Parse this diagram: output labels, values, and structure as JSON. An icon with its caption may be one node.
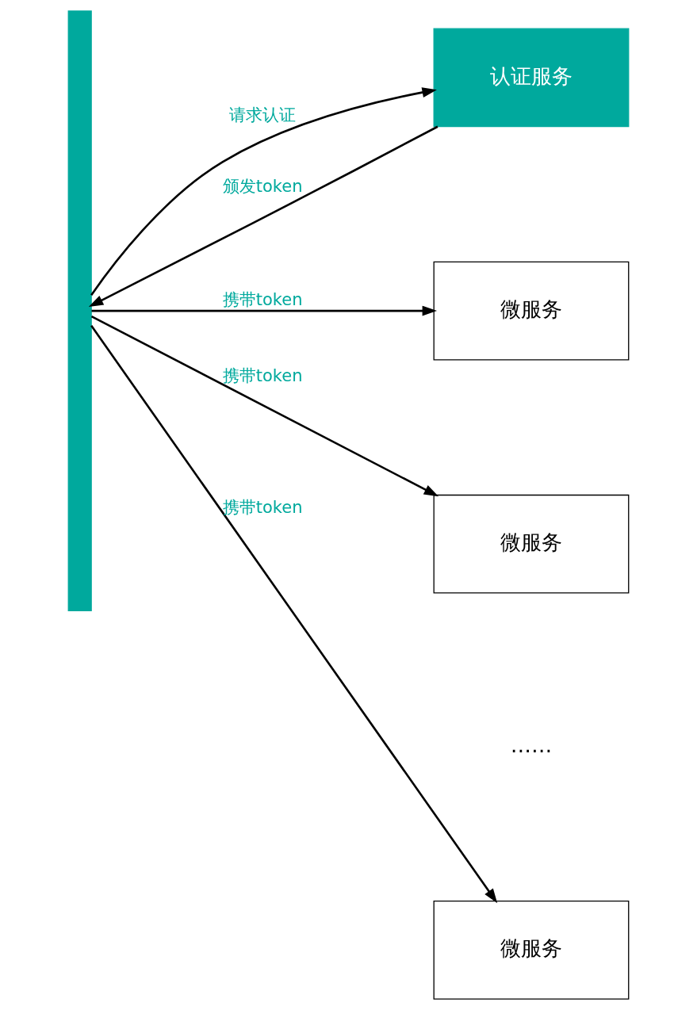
{
  "diagram": {
    "nodes": [
      {
        "text": [],
        "shape": "bar"
      },
      {
        "text": [
          "认证服务"
        ]
      },
      {
        "text": [
          "微服务"
        ]
      },
      {
        "text": [
          "微服务"
        ]
      },
      {
        "text": [
          "微服务"
        ]
      }
    ],
    "edges": [
      {
        "from": 0,
        "to": 1,
        "arrow": "to",
        "label": "请求认证"
      },
      {
        "from": 1,
        "to": 0,
        "arrow": "to",
        "label": "颁发token"
      },
      {
        "from": 0,
        "to": 2,
        "arrow": "to",
        "label": "携带token"
      },
      {
        "from": 0,
        "to": 3,
        "arrow": "to",
        "label": "携带token"
      },
      {
        "from": 0,
        "to": 4,
        "arrow": "to",
        "label": "携带token"
      }
    ],
    "labels": [
      "……"
    ]
  }
}
